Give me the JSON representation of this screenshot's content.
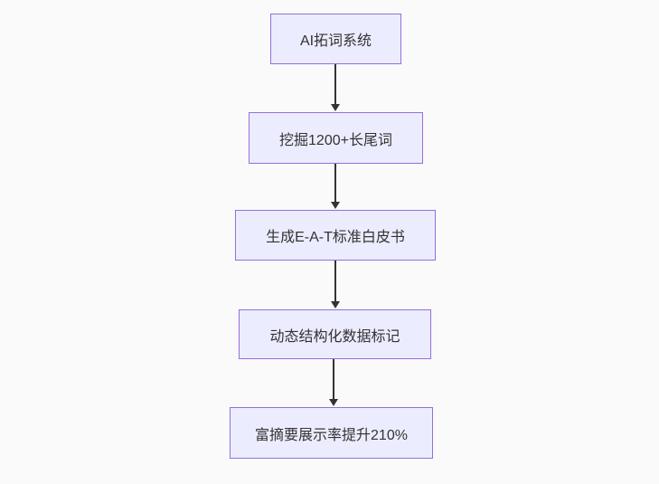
{
  "diagram": {
    "type": "flowchart",
    "direction": "top-down",
    "nodes": [
      {
        "id": "node-1",
        "label": "AI拓词系统"
      },
      {
        "id": "node-2",
        "label": "挖掘1200+长尾词"
      },
      {
        "id": "node-3",
        "label": "生成E-A-T标准白皮书"
      },
      {
        "id": "node-4",
        "label": "动态结构化数据标记"
      },
      {
        "id": "node-5",
        "label": "富摘要展示率提升210%"
      }
    ],
    "edges": [
      {
        "from": "node-1",
        "to": "node-2",
        "style": "arrow-down"
      },
      {
        "from": "node-2",
        "to": "node-3",
        "style": "arrow-down"
      },
      {
        "from": "node-3",
        "to": "node-4",
        "style": "arrow-down"
      },
      {
        "from": "node-4",
        "to": "node-5",
        "style": "arrow-down"
      }
    ],
    "colors": {
      "node_fill": "#ECECFF",
      "node_border": "#9370DB",
      "arrow": "#333333",
      "text": "#333333",
      "background": "#FAFAFA"
    }
  }
}
